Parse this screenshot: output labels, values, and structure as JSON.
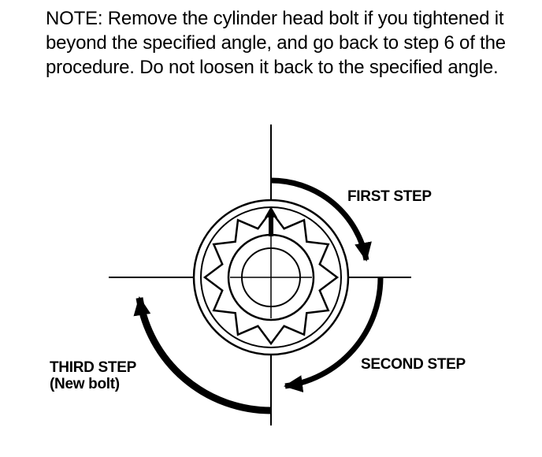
{
  "note_text": "NOTE: Remove the cylinder head bolt if you tightened it beyond the specified angle, and go back to step 6 of the procedure. Do not loosen it back to the specified angle.",
  "labels": {
    "first_step": "FIRST STEP",
    "second_step": "SECOND STEP",
    "third_step": "THIRD STEP",
    "third_step_note": "(New bolt)"
  },
  "icons": [
    "bolt-head-icon",
    "rotation-arrow-icon"
  ]
}
